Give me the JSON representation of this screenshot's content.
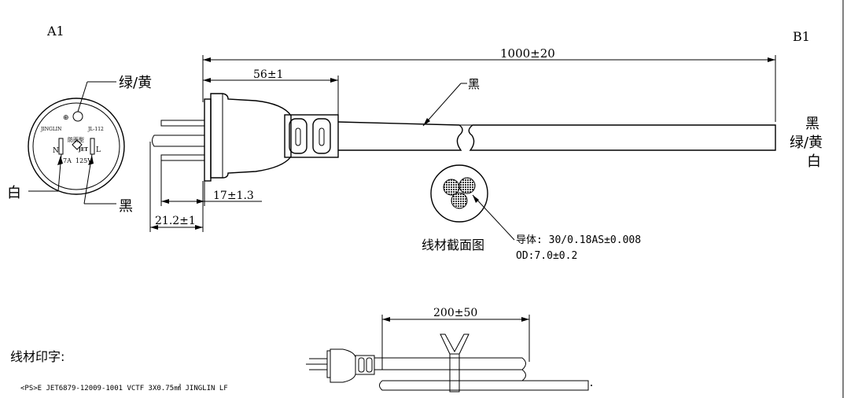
{
  "labels": {
    "end_a": "A1",
    "end_b": "B1",
    "ground_color": "绿/黄",
    "white": "白",
    "black": "黑",
    "jacket_color": "黑",
    "b_end_black": "黑",
    "b_end_greenyellow": "绿/黄",
    "b_end_white": "白",
    "cross_section": "线材截面图",
    "conductor": "导体: 30/0.18AS±0.008",
    "od": "OD:7.0±0.2",
    "print_label": "线材印字:",
    "print_text": "<PS>E JET6879-12009-1001 VCTF 3X0.75㎟ JINGLIN LF"
  },
  "plug_face": {
    "brand": "JINGLIN",
    "model": "JL-112",
    "rain": "防雨型",
    "logo": "JET",
    "rating_a": "7A",
    "rating_v": "125V",
    "pin_n": "N",
    "pin_l": "L",
    "ground_symbol": "⊕"
  },
  "dimensions": {
    "total_length": "1000±20",
    "plug_length": "56±1",
    "pin_length": "17±1.3",
    "pin_to_body": "21.2±1",
    "bundle_length": "200±50"
  }
}
